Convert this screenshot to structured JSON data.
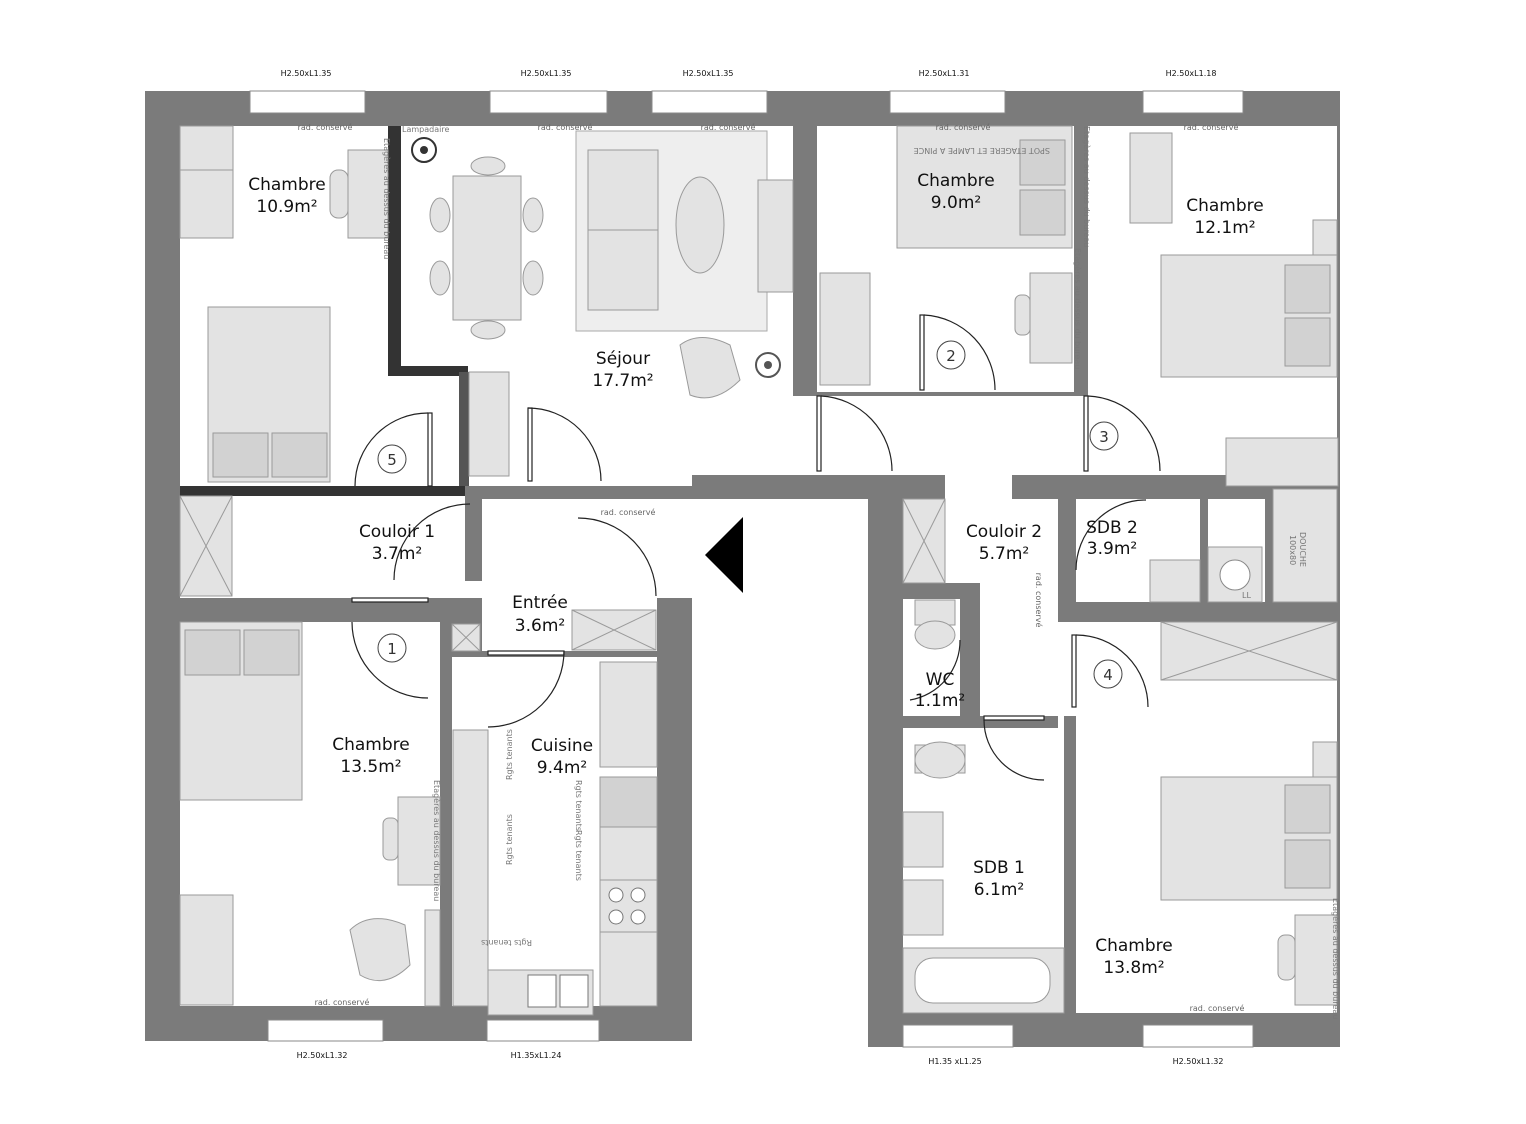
{
  "rooms": {
    "chambre_nw": {
      "name": "Chambre",
      "area": "10.9m²"
    },
    "sejour": {
      "name": "Séjour",
      "area": "17.7m²"
    },
    "chambre_n": {
      "name": "Chambre",
      "area": "9.0m²"
    },
    "chambre_ne": {
      "name": "Chambre",
      "area": "12.1m²"
    },
    "couloir1": {
      "name": "Couloir 1",
      "area": "3.7m²"
    },
    "entree": {
      "name": "Entrée",
      "area": "3.6m²"
    },
    "couloir2": {
      "name": "Couloir 2",
      "area": "5.7m²"
    },
    "sdb2": {
      "name": "SDB 2",
      "area": "3.9m²"
    },
    "wc": {
      "name": "WC",
      "area": "1.1m²"
    },
    "chambre_sw": {
      "name": "Chambre",
      "area": "13.5m²"
    },
    "cuisine": {
      "name": "Cuisine",
      "area": "9.4m²"
    },
    "sdb1": {
      "name": "SDB 1",
      "area": "6.1m²"
    },
    "chambre_se": {
      "name": "Chambre",
      "area": "13.8m²"
    }
  },
  "window_dims": {
    "top": [
      "H2.50xL1.35",
      "H2.50xL1.35",
      "H2.50xL1.35",
      "H2.50xL1.31",
      "H2.50xL1.18"
    ],
    "bottom": [
      "H2.50xL1.32",
      "H1.35xL1.24",
      "H1.35 xL1.25",
      "H2.50xL1.32"
    ]
  },
  "radiator_label": "rad. conservé",
  "notes": {
    "lampadaire": "Lampadaire",
    "etageres_bureau": "Etagères au dessus du bureau",
    "spot_etagere": "SPOT ETAGERE ET LAMPE A PINCE",
    "rgts_tenants": "Rgts tenants",
    "douche": "DOUCHE",
    "douche_dim": "100x80",
    "ll": "LL"
  },
  "door_numbers": [
    "1",
    "2",
    "3",
    "4",
    "5"
  ],
  "colors": {
    "wall": "#7b7b7b",
    "furniture": "#e3e3e3",
    "line": "#222222"
  }
}
